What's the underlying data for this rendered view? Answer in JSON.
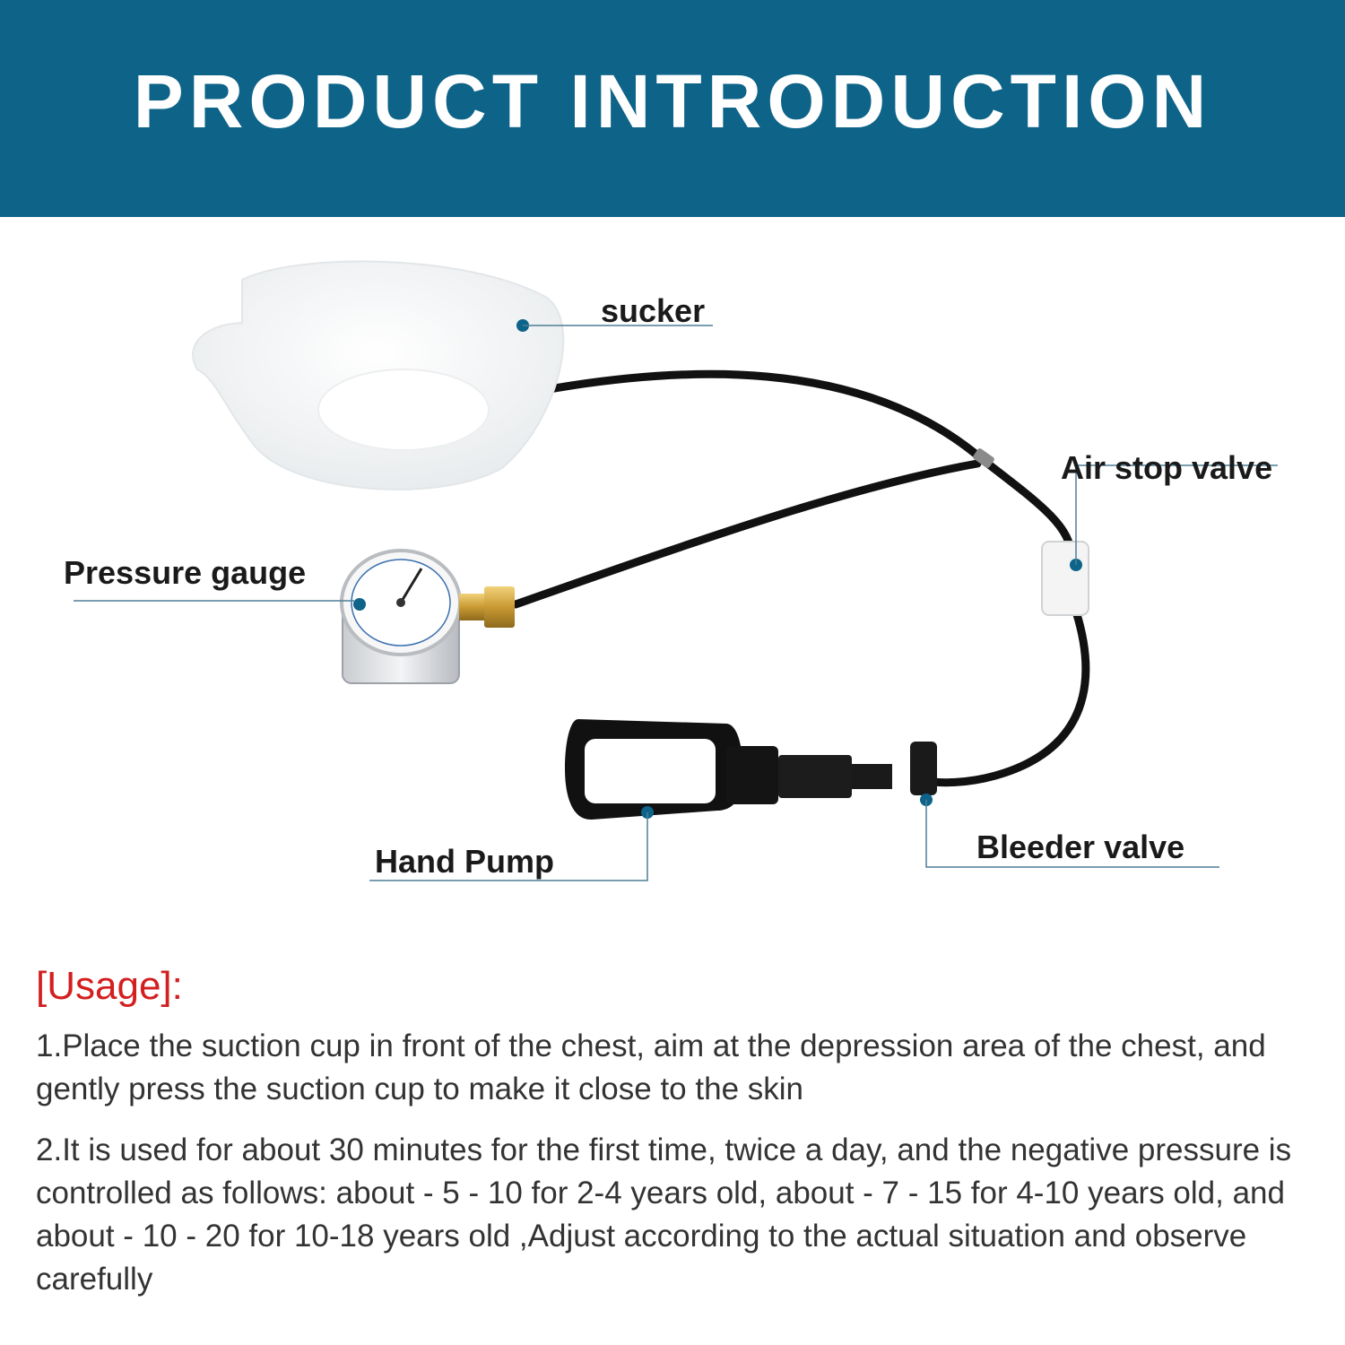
{
  "header": {
    "title": "PRODUCT INTRODUCTION"
  },
  "colors": {
    "header_bg": "#0e6388",
    "accent_dot": "#0e6388",
    "usage_title": "#d31f1f"
  },
  "labels": {
    "sucker": "sucker",
    "air_stop_valve": "Air stop valve",
    "pressure_gauge": "Pressure gauge",
    "hand_pump": "Hand Pump",
    "bleeder_valve": "Bleeder valve"
  },
  "usage": {
    "title": "[Usage]:",
    "steps": [
      "1.Place the suction cup in front of the chest, aim at the depression area of the chest, and gently press the suction cup to make it close to the skin",
      "2.It is used for about 30 minutes for the first time, twice a day, and the negative pressure is controlled as follows: about - 5 - 10 for 2-4 years old, about - 7 - 15 for 4-10 years old, and about - 10 - 20 for 10-18 years old ,Adjust according to the actual situation and observe carefully"
    ]
  }
}
